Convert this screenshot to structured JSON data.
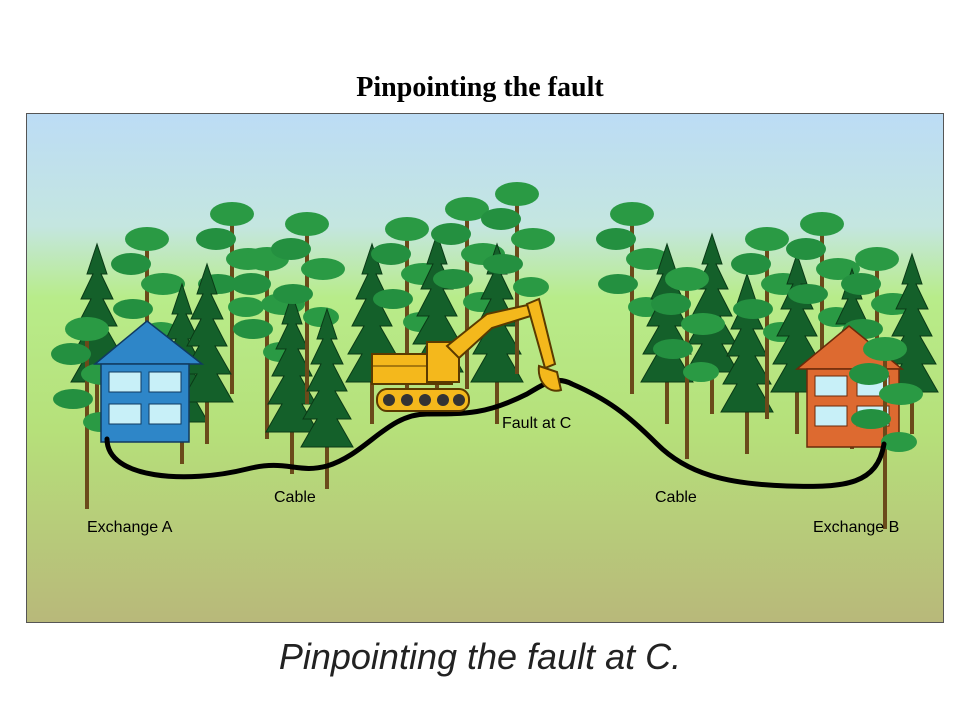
{
  "title": "Pinpointing the fault",
  "labels": {
    "fault": "Fault at C",
    "cable_left": "Cable",
    "cable_right": "Cable",
    "exchange_a": "Exchange A",
    "exchange_b": "Exchange B"
  },
  "caption": "Pinpointing the fault at C.",
  "colors": {
    "sky": "#bcdcf5",
    "grass_top": "#b8ec8a",
    "ground_bottom": "#b8b87a",
    "exchange_a": "#2e86c8",
    "exchange_b": "#dd6a30",
    "excavator": "#f4b81c",
    "cable": "#000000",
    "tree": "#1f8a3a"
  }
}
